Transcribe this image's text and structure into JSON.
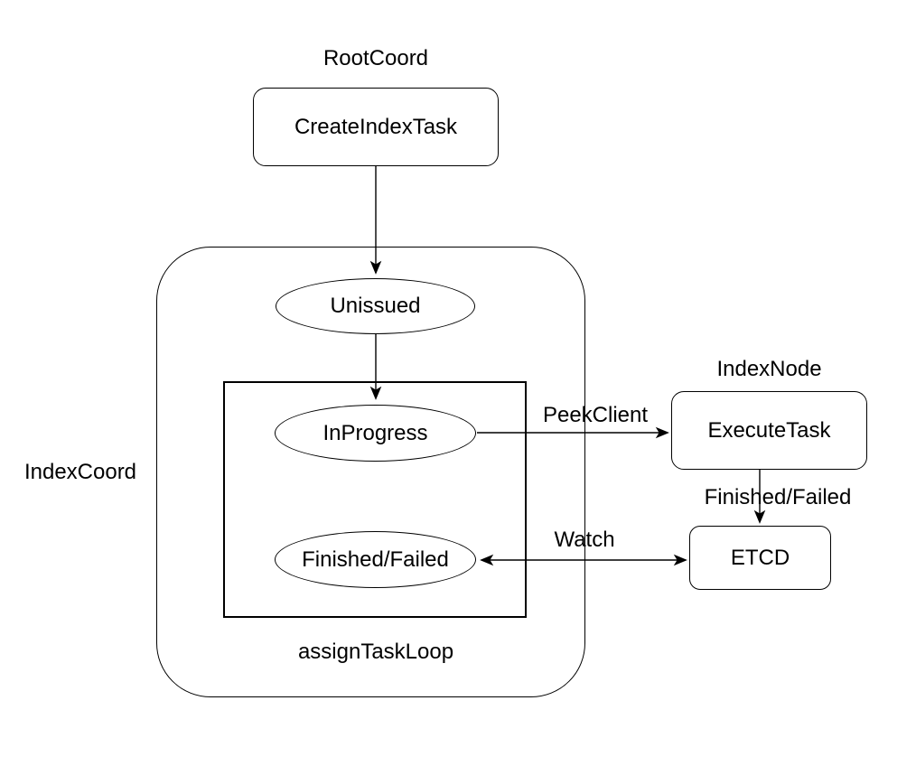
{
  "diagram": {
    "title_labels": {
      "root_coord": "RootCoord",
      "index_node": "IndexNode",
      "index_coord": "IndexCoord",
      "assign_task_loop": "assignTaskLoop"
    },
    "nodes": {
      "create_index_task": "CreateIndexTask",
      "unissued": "Unissued",
      "in_progress": "InProgress",
      "finished_failed": "Finished/Failed",
      "execute_task": "ExecuteTask",
      "etcd": "ETCD"
    },
    "edge_labels": {
      "peek_client": "PeekClient",
      "finished_failed": "Finished/Failed",
      "watch": "Watch"
    },
    "edges": [
      {
        "from": "create_index_task",
        "to": "unissued",
        "label": ""
      },
      {
        "from": "unissued",
        "to": "in_progress",
        "label": ""
      },
      {
        "from": "in_progress",
        "to": "execute_task",
        "label": "PeekClient"
      },
      {
        "from": "execute_task",
        "to": "etcd",
        "label": "Finished/Failed"
      },
      {
        "from": "etcd",
        "to": "finished_failed",
        "label": "Watch",
        "bidirectional": true
      }
    ],
    "colors": {
      "stroke": "#000000",
      "text": "#000000",
      "background": "#ffffff"
    }
  }
}
